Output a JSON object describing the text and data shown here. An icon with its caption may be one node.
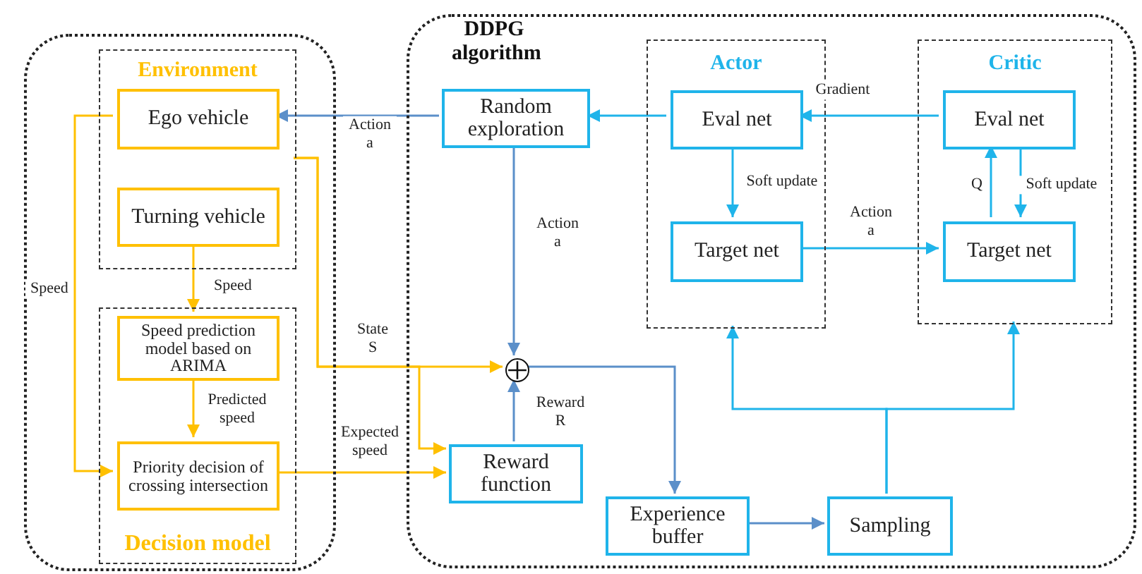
{
  "diagram": {
    "nodes": [
      {
        "text": [],
        "shape": "box"
      },
      {
        "text": [
          "Environment"
        ],
        "in": 0
      },
      {
        "text": [
          "Ego vehicle"
        ],
        "in": 1
      },
      {
        "text": [
          "Turning vehicle"
        ],
        "in": 1
      },
      {
        "text": [
          "Decision model"
        ],
        "in": 0
      },
      {
        "text": [
          "Speed prediction model based on ARIMA"
        ],
        "in": 4
      },
      {
        "text": [
          "Priority decision of crossing intersection"
        ],
        "in": 4
      },
      {
        "text": [
          "DDPG algorithm"
        ]
      },
      {
        "text": [
          "Random exploration"
        ],
        "in": 7
      },
      {
        "text": [
          "Actor"
        ],
        "in": 7
      },
      {
        "text": [
          "Eval net"
        ],
        "in": 9
      },
      {
        "text": [
          "Target net"
        ],
        "in": 9
      },
      {
        "text": [
          "Critic"
        ],
        "in": 7
      },
      {
        "text": [
          "Eval net"
        ],
        "in": 12
      },
      {
        "text": [
          "Target net"
        ],
        "in": 12
      },
      {
        "text": [],
        "shape": "circle",
        "in": 7
      },
      {
        "text": [
          "Reward function"
        ],
        "in": 7
      },
      {
        "text": [
          "Experience buffer"
        ],
        "in": 7
      },
      {
        "text": [
          "Sampling"
        ],
        "in": 7
      }
    ],
    "edges": [
      {
        "from": 8,
        "to": 2,
        "arrow": "to",
        "label": "Action a",
        "color": "#5b8fc9"
      },
      {
        "from": 10,
        "to": 8,
        "arrow": "to"
      },
      {
        "from": 13,
        "to": 10,
        "arrow": "to",
        "label": "Gradient"
      },
      {
        "from": 10,
        "to": 11,
        "arrow": "to",
        "label": "Soft update"
      },
      {
        "from": 11,
        "to": 14,
        "arrow": "to",
        "label": "Action a"
      },
      {
        "from": 14,
        "to": 13,
        "arrow": "to",
        "label": "Q"
      },
      {
        "from": 13,
        "to": 14,
        "arrow": "to",
        "label": "Soft update"
      },
      {
        "from": 8,
        "to": 15,
        "arrow": "to",
        "label": "Action a",
        "color": "#5b8fc9"
      },
      {
        "from": 16,
        "to": 15,
        "arrow": "to",
        "label": "Reward R",
        "color": "#5b8fc9"
      },
      {
        "from": 15,
        "to": 17,
        "arrow": "to",
        "color": "#5b8fc9"
      },
      {
        "from": 17,
        "to": 18,
        "arrow": "to",
        "color": "#5b8fc9"
      },
      {
        "from": 18,
        "to": 9,
        "arrow": "to"
      },
      {
        "from": 18,
        "to": 12,
        "arrow": "to"
      },
      {
        "from": 3,
        "to": 5,
        "arrow": "to",
        "label": "Speed",
        "color": "#ffc000"
      },
      {
        "from": 5,
        "to": 6,
        "arrow": "to",
        "label": "Predicted speed",
        "color": "#ffc000"
      },
      {
        "from": 2,
        "to": 6,
        "arrow": "to",
        "label": "Speed",
        "color": "#ffc000"
      },
      {
        "from": 1,
        "to": 15,
        "arrow": "to",
        "label": "State S",
        "color": "#ffc000"
      },
      {
        "from": 1,
        "to": 16,
        "arrow": "to",
        "color": "#ffc000"
      },
      {
        "from": 6,
        "to": 16,
        "arrow": "to",
        "label": "Expected speed",
        "color": "#ffc000"
      }
    ]
  }
}
